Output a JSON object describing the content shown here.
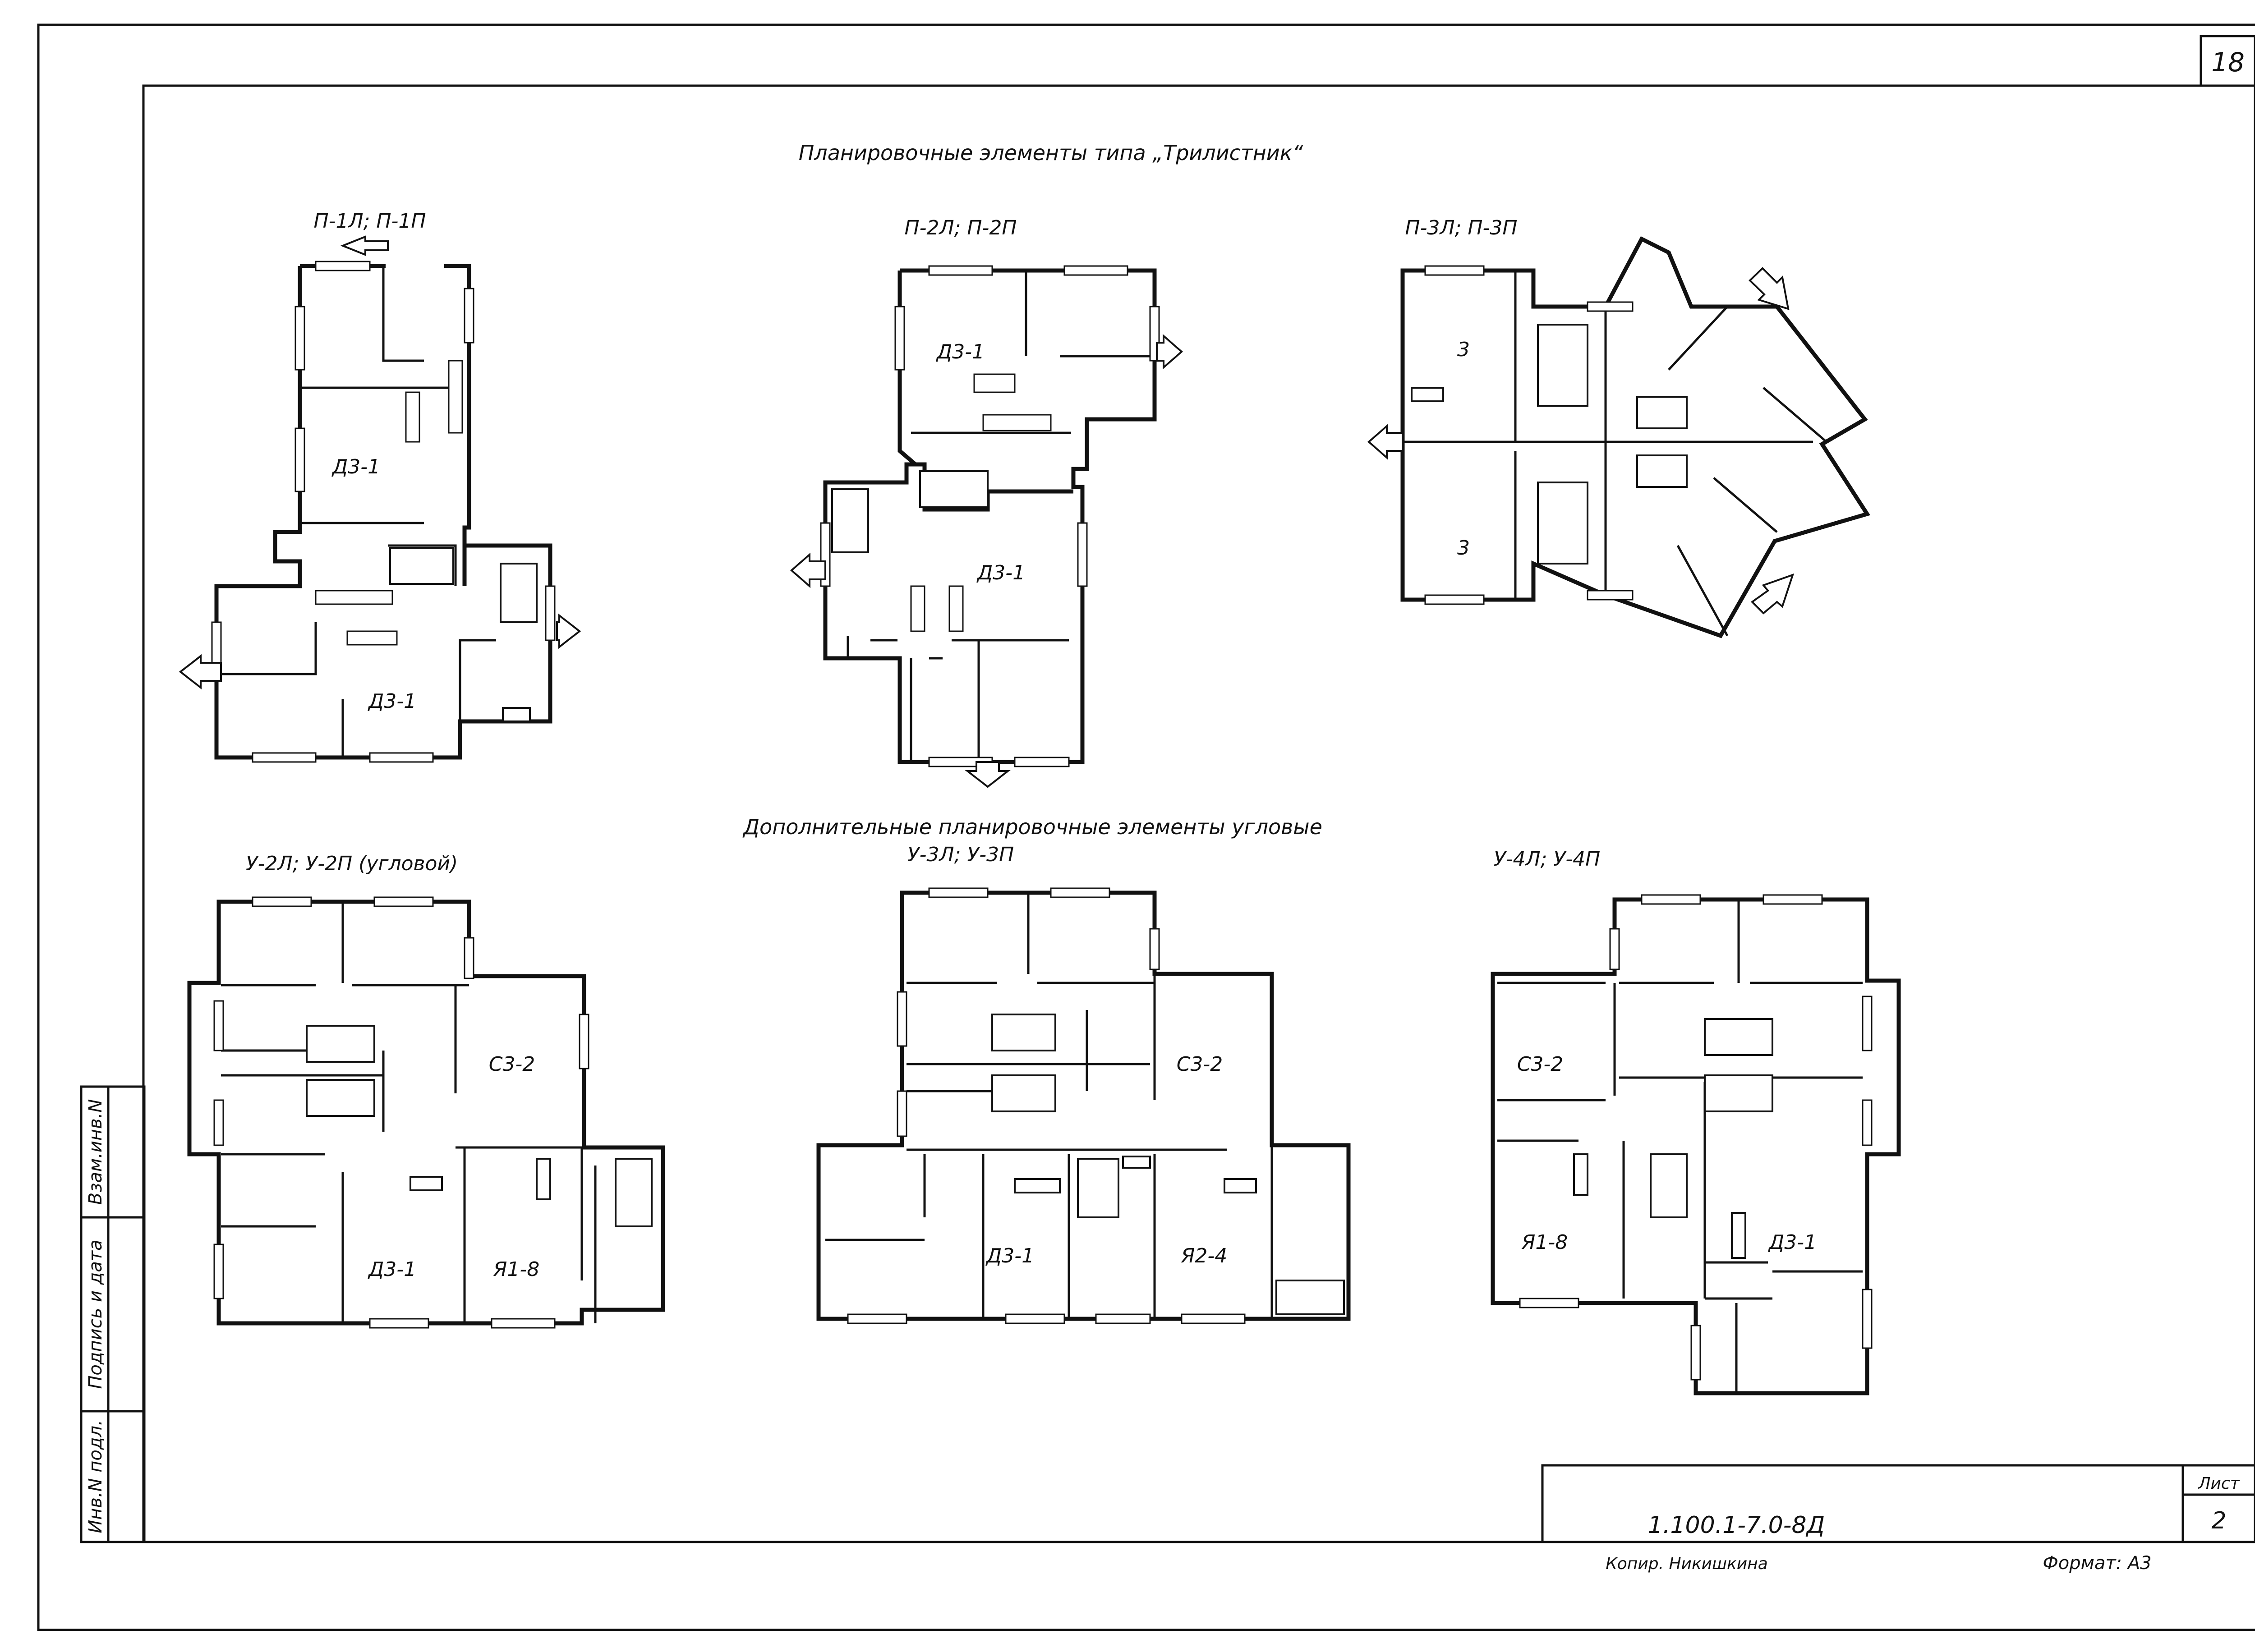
{
  "sheet_number": "18",
  "title_main": "Планировочные элементы типа „Трилистник“",
  "title_additional": "Дополнительные планировочные элементы угловые",
  "plans": [
    {
      "code": "П-1Л; П-1П",
      "rooms": [
        "Д3-1",
        "Д3-1"
      ]
    },
    {
      "code": "П-2Л; П-2П",
      "rooms": [
        "Д3-1",
        "Д3-1"
      ]
    },
    {
      "code": "П-3Л; П-3П",
      "rooms": [
        "3",
        "3"
      ]
    },
    {
      "code": "У-2Л; У-2П (угловой)",
      "rooms": [
        "С3-2",
        "Д3-1",
        "Я1-8"
      ]
    },
    {
      "code": "У-3Л; У-3П",
      "rooms": [
        "С3-2",
        "Д3-1",
        "Я2-4"
      ]
    },
    {
      "code": "У-4Л; У-4П",
      "rooms": [
        "С3-2",
        "Я1-8",
        "Д3-1"
      ]
    }
  ],
  "side_stamp": [
    "Взам.инв.N",
    "Подпись и дата",
    "Инв.N подл."
  ],
  "title_block": {
    "doc_code": "1.100.1-7.0-8Д",
    "sheet_label": "Лист",
    "sheet_value": "2",
    "copied_by": "Копир. Никишкина",
    "format": "Формат: А3"
  },
  "colors": {
    "ink": "#111111",
    "paper": "#ffffff"
  }
}
